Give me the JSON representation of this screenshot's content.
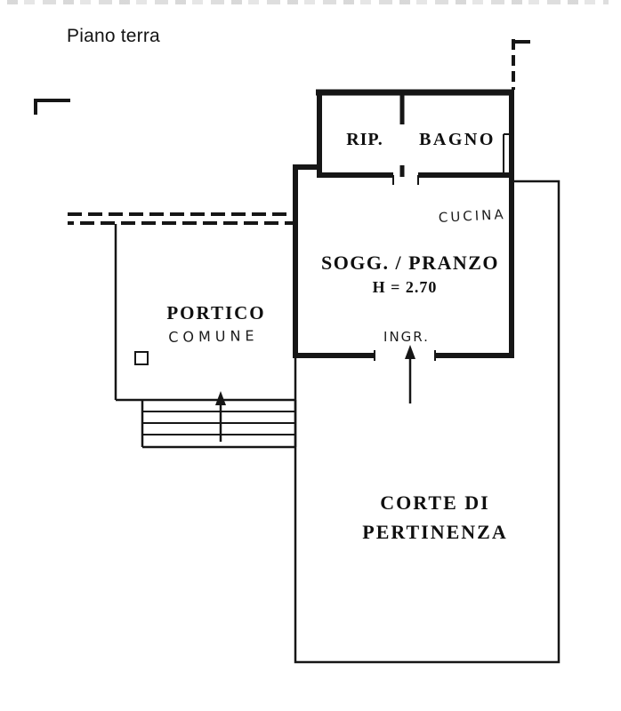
{
  "page": {
    "title": "Piano terra"
  },
  "plan": {
    "kind": "floor-plan",
    "ink_color": "#161616",
    "rooms": {
      "rip": {
        "label": "RIP."
      },
      "bagno": {
        "label": "BAGNO"
      },
      "cucina": {
        "label": "CUCINA"
      },
      "soggiorno": {
        "label": "SOGG. / PRANZO",
        "height_note": "H = 2.70"
      },
      "ingresso": {
        "label": "INGR."
      },
      "portico": {
        "label": "PORTICO",
        "sublabel": "COMUNE"
      },
      "corte": {
        "label_line1": "CORTE DI",
        "label_line2": "PERTINENZA"
      }
    }
  }
}
